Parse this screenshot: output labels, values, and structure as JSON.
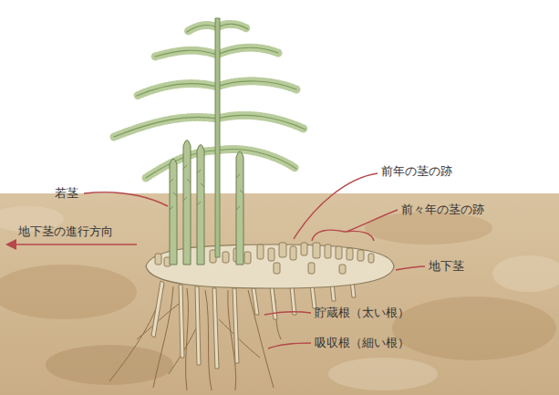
{
  "diagram": {
    "labels": [
      "若茎",
      "前年の茎の跡",
      "前々年の茎の跡",
      "地下茎の進行方向",
      "地下茎",
      "貯蔵根（太い根）",
      "吸収根（細い根）"
    ]
  }
}
